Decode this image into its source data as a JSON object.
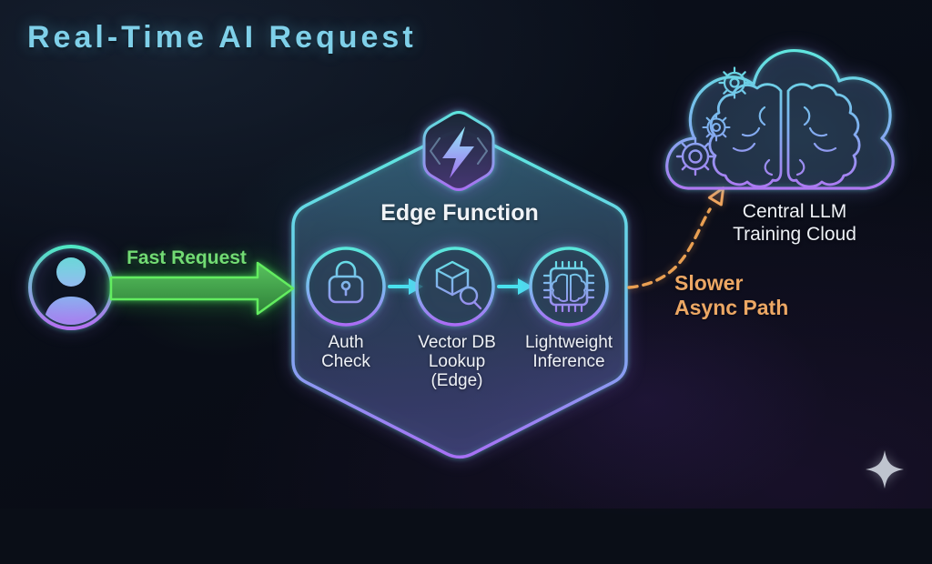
{
  "title": "Real-Time AI Request",
  "colors": {
    "background": "#0a0e17",
    "accent_cyan": "#5ce9dc",
    "accent_purple": "#a96df5",
    "accent_green": "#63ed60",
    "accent_orange": "#e89f52",
    "text_primary": "#eef1f6",
    "title_color": "#7fd0e9"
  },
  "request_flow": {
    "fast_request_label": "Fast Request",
    "async_path_label": "Slower\nAsync Path"
  },
  "edge_function": {
    "title": "Edge Function",
    "badge_icon": "lightning-bolt-icon",
    "steps": [
      {
        "icon": "lock-icon",
        "label": "Auth\nCheck"
      },
      {
        "icon": "cube-search-icon",
        "label": "Vector DB\nLookup\n(Edge)"
      },
      {
        "icon": "chip-brain-icon",
        "label": "Lightweight\nInference"
      }
    ]
  },
  "cloud": {
    "label": "Central LLM\nTraining Cloud",
    "icons": [
      "gears-icon",
      "brain-icon"
    ]
  },
  "user": {
    "icon": "user-avatar-icon"
  },
  "branding": {
    "icon": "sparkle-icon"
  }
}
